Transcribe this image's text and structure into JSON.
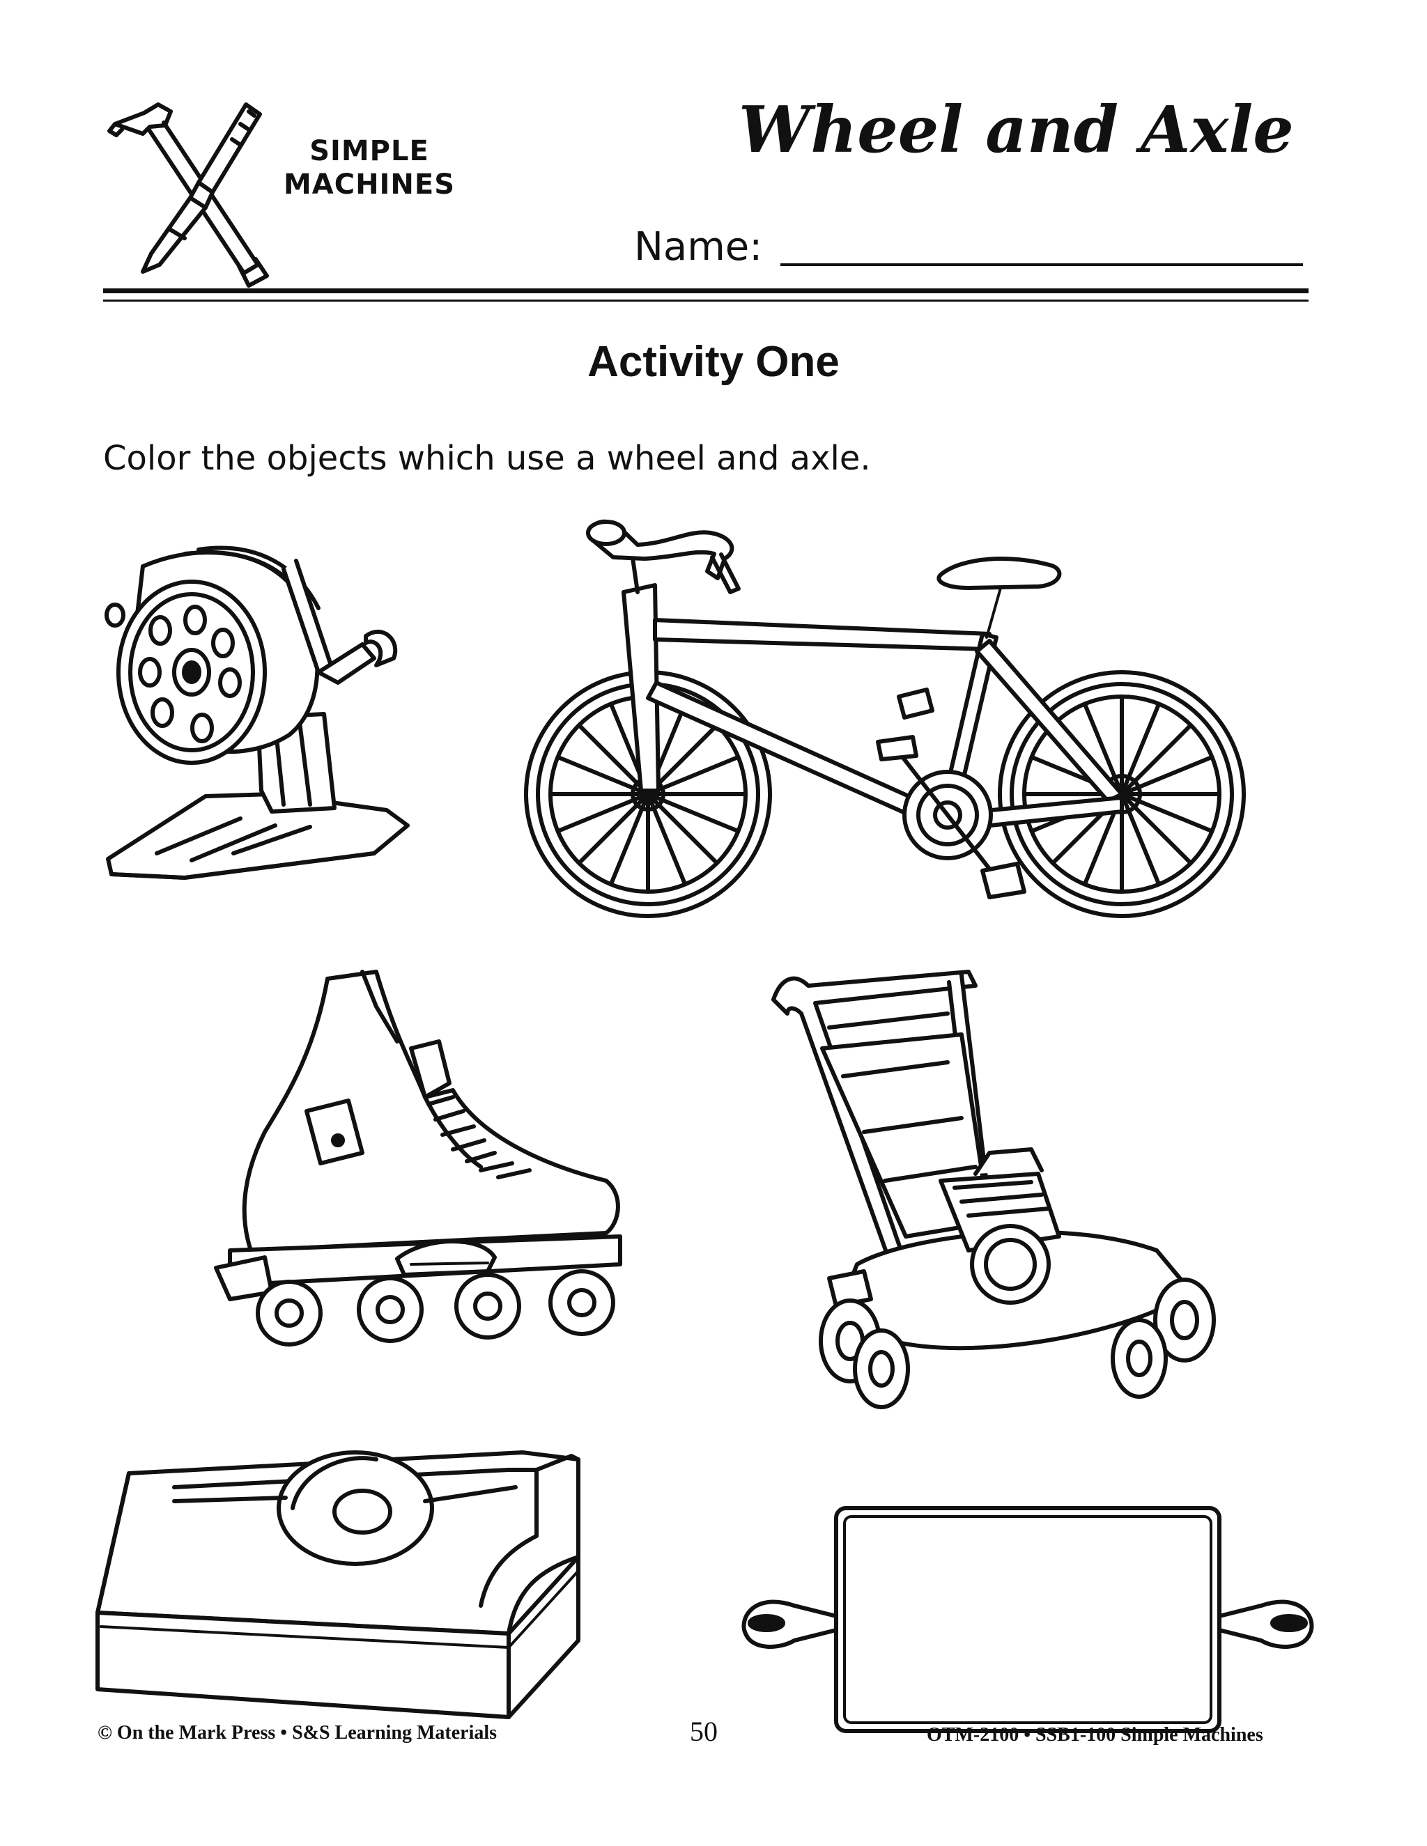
{
  "header": {
    "series_label_line1": "SIMPLE",
    "series_label_line2": "MACHINES",
    "title": "Wheel and Axle",
    "name_label": "Name:"
  },
  "main": {
    "activity_heading": "Activity One",
    "instruction": "Color the objects which use a wheel and axle.",
    "items": [
      {
        "icon": "pencil-sharpener-icon"
      },
      {
        "icon": "bicycle-icon"
      },
      {
        "icon": "inline-skate-icon"
      },
      {
        "icon": "lawn-mower-icon"
      },
      {
        "icon": "tape-dispenser-icon"
      },
      {
        "icon": "rolling-pin-icon"
      }
    ]
  },
  "footer": {
    "publisher": "© On the Mark Press • S&S Learning Materials",
    "page_number": "50",
    "product_code": "OTM-2100 • SSB1-100 Simple Machines"
  }
}
